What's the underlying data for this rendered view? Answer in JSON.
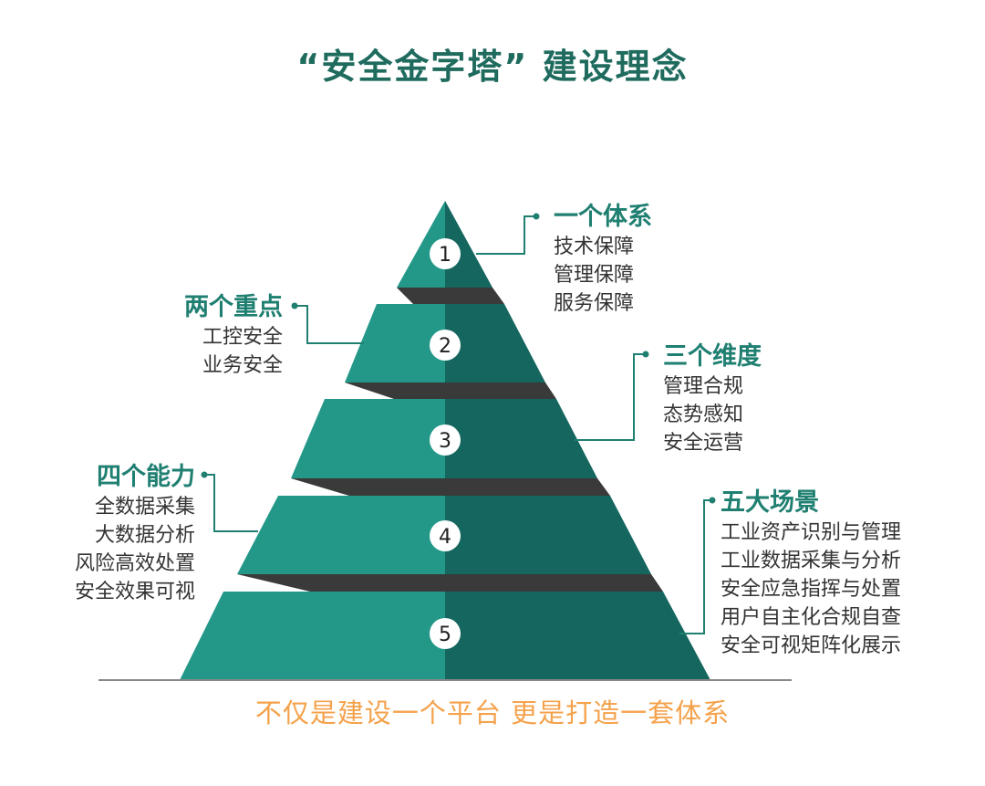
{
  "title": "“安全金字塔” 建设理念",
  "colors": {
    "face_left": "#239889",
    "face_right": "#14665f",
    "band": "#3a3a3a",
    "accent_text": "#1f7f71",
    "tagline": "#f4a24b"
  },
  "levels": [
    {
      "number": "1",
      "heading": "一个体系",
      "items": [
        "技术保障",
        "管理保障",
        "服务保障"
      ]
    },
    {
      "number": "2",
      "heading": "两个重点",
      "items": [
        "工控安全",
        "业务安全"
      ]
    },
    {
      "number": "3",
      "heading": "三个维度",
      "items": [
        "管理合规",
        "态势感知",
        "安全运营"
      ]
    },
    {
      "number": "4",
      "heading": "四个能力",
      "items": [
        "全数据采集",
        "大数据分析",
        "风险高效处置",
        "安全效果可视"
      ]
    },
    {
      "number": "5",
      "heading": "五大场景",
      "items": [
        "工业资产识别与管理",
        "工业数据采集与分析",
        "安全应急指挥与处置",
        "用户自主化合规自查",
        "安全可视矩阵化展示"
      ]
    }
  ],
  "tagline": "不仅是建设一个平台 更是打造一套体系"
}
